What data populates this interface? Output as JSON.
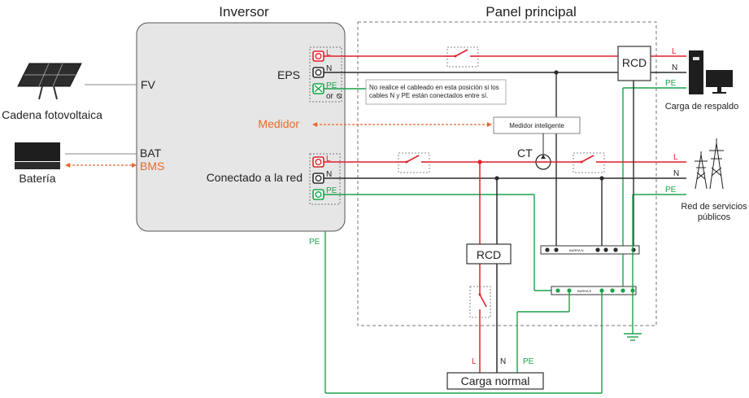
{
  "colors": {
    "line": "#e01f2c",
    "neutral": "#2b2b2b",
    "earth": "#1aa34a",
    "comm": "#e8692c",
    "inverter_fill": "#e6e6e6"
  },
  "inverter": {
    "title": "Inversor",
    "pv_port": "FV",
    "eps_label": "EPS",
    "meter_label": "Medidor",
    "bat_port": "BAT",
    "bms_port": "BMS",
    "grid_label": "Conectado a la red",
    "or_label": "or"
  },
  "panel": {
    "title": "Panel principal"
  },
  "left": {
    "pv_string": "Cadena fotovoltaica",
    "battery": "Batería"
  },
  "notes": {
    "wiring_note": "No realice el cableado en esta posición si los cables N y PE están conectados entre sí.",
    "smart_meter": "Medidor inteligente",
    "ct": "CT"
  },
  "terminals": {
    "l": "L",
    "n": "N",
    "pe": "PE"
  },
  "devices": {
    "rcd": "RCD",
    "normal_load": "Carga normal",
    "bar_n": "BARRA N",
    "bar_e": "BARRA E"
  },
  "right": {
    "backup_load": "Carga de respaldo",
    "grid_line1": "Red de servicios",
    "grid_line2": "públicos"
  }
}
